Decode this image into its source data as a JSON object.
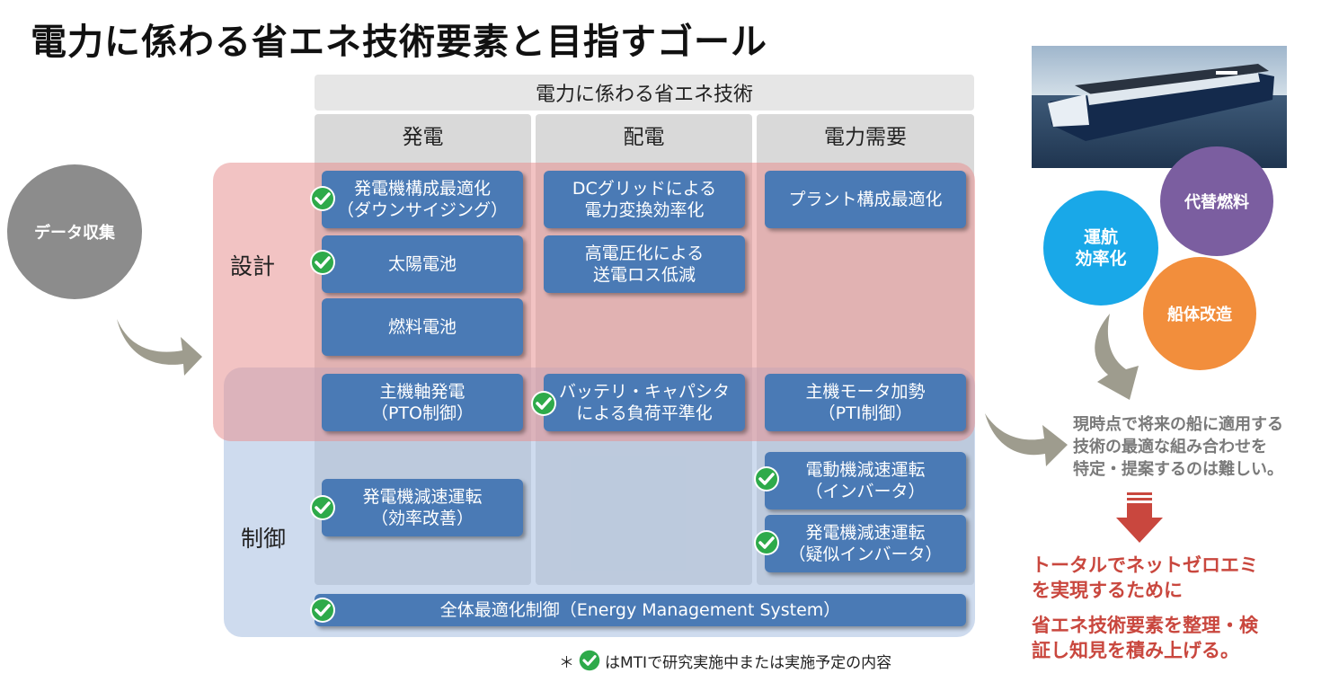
{
  "title": "電力に係わる省エネ技術要素と目指すゴール",
  "header": "電力に係わる省エネ技術",
  "columns": [
    "発電",
    "配電",
    "電力需要"
  ],
  "rows": {
    "design": "設計",
    "control": "制御"
  },
  "data_collection": "データ収集",
  "boxes": {
    "gen_opt": [
      "発電機構成最適化",
      "（ダウンサイジング）"
    ],
    "solar": [
      "太陽電池"
    ],
    "fuel_cell": [
      "燃料電池"
    ],
    "dc_grid": [
      "DCグリッドによる",
      "電力変換効率化"
    ],
    "high_voltage": [
      "高電圧化による",
      "送電ロス低減"
    ],
    "plant_opt": [
      "プラント構成最適化"
    ],
    "pto": [
      "主機軸発電",
      "（PTO制御）"
    ],
    "battery": [
      "バッテリ・キャパシタ",
      "による負荷平準化"
    ],
    "pti": [
      "主機モータ加勢",
      "（PTI制御）"
    ],
    "gen_speed": [
      "発電機減速運転",
      "（効率改善）"
    ],
    "motor_speed": [
      "電動機減速運転",
      "（インバータ）"
    ],
    "gen_speed_pseudo": [
      "発電機減速運転",
      "（疑似インバータ）"
    ],
    "ems": [
      "全体最適化制御（Energy Management System）"
    ]
  },
  "circles": {
    "efficiency": [
      "運航",
      "効率化"
    ],
    "alt_fuel": [
      "代替燃料"
    ],
    "hull": [
      "船体改造"
    ]
  },
  "note": [
    "現時点で将来の船に適用する",
    "技術の最適な組み合わせを",
    "特定・提案するのは難しい。"
  ],
  "goal1": [
    "トータルでネットゼロエミ",
    "を実現するために"
  ],
  "goal2": [
    "省エネ技術要素を整理・検",
    "証し知見を積み上げる。"
  ],
  "footnote_prefix": "＊",
  "footnote_text": "はMTIで研究実施中または実施予定の内容",
  "colors": {
    "box_blue": "#4a7ab5",
    "check_green": "#2eaa4a",
    "design_band": "#e89191",
    "control_band": "#a5bde0",
    "goal_red": "#c9473e",
    "circle_blue": "#19a8e8",
    "circle_purple": "#7b5ea0",
    "circle_orange": "#f28e3c"
  }
}
